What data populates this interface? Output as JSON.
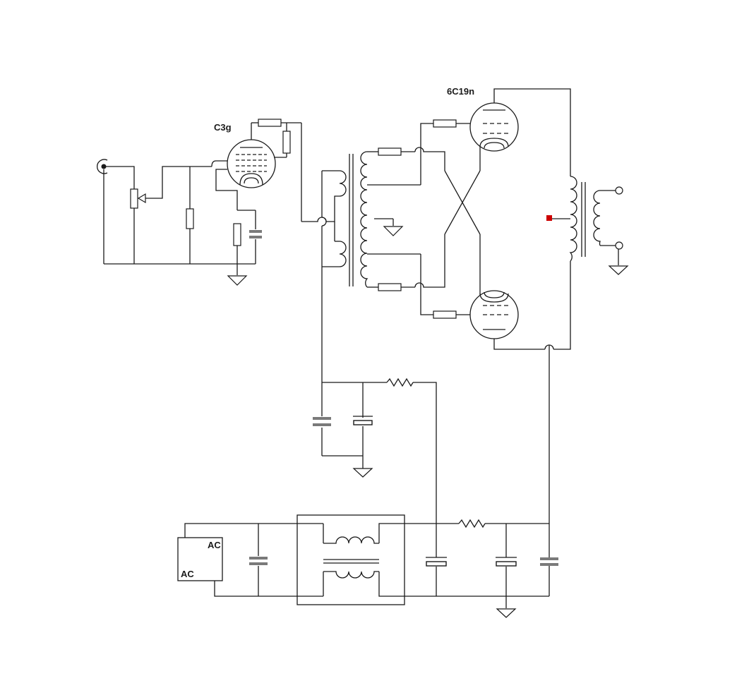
{
  "labels": {
    "preamp_tube": "C3g",
    "power_tube": "6C19n",
    "ac_top": "AC",
    "ac_bottom": "AC"
  },
  "colors": {
    "wire": "#1a1a1a",
    "capacitor": "#7a7a7a",
    "marker": "#cc0000",
    "background": "#ffffff"
  }
}
